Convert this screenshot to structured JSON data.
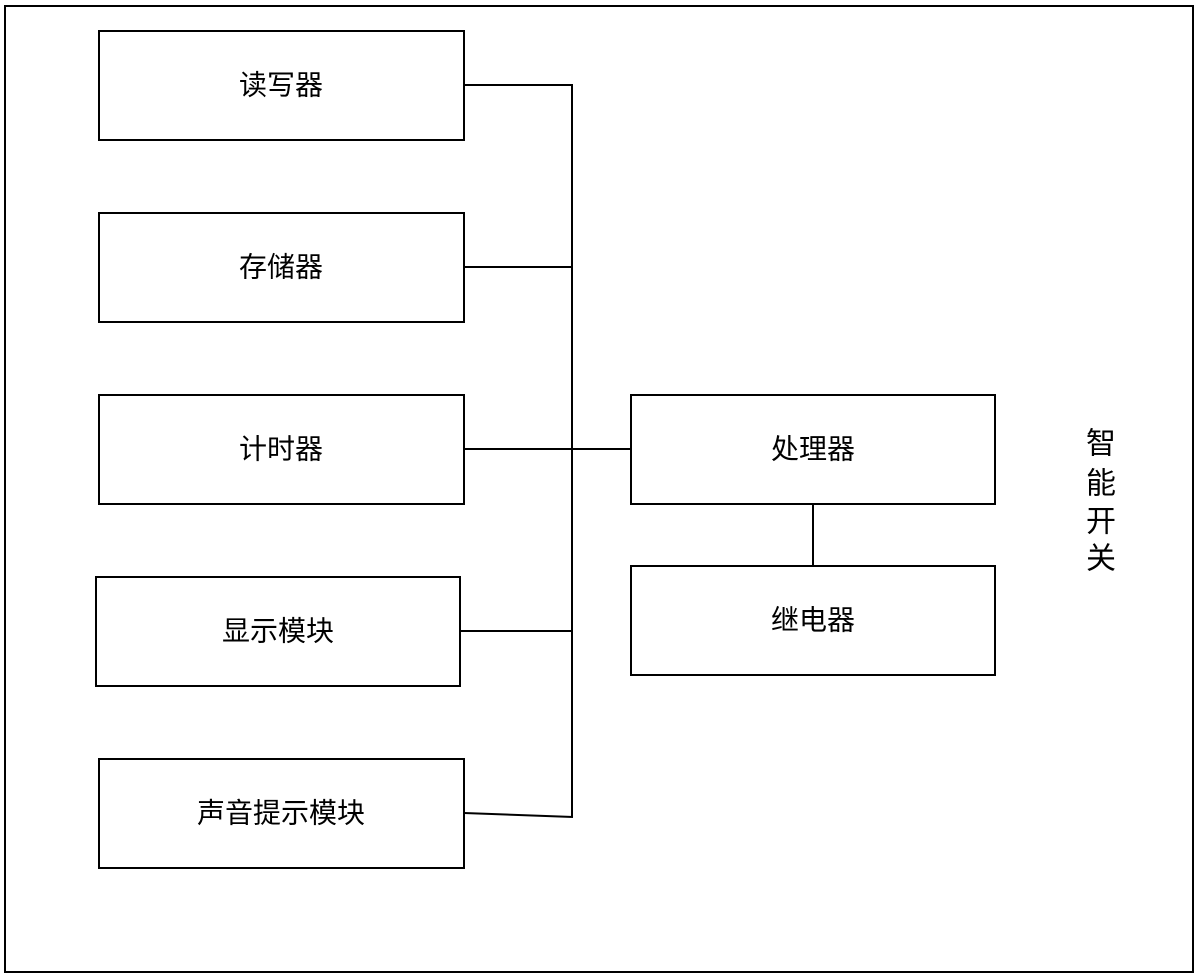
{
  "diagram": {
    "outer_label_chars": [
      "智",
      "能",
      "开",
      "关"
    ],
    "modules": {
      "reader_writer": "读写器",
      "memory": "存储器",
      "timer": "计时器",
      "display_module": "显示模块",
      "sound_prompt_module": "声音提示模块",
      "processor": "处理器",
      "relay": "继电器"
    }
  }
}
